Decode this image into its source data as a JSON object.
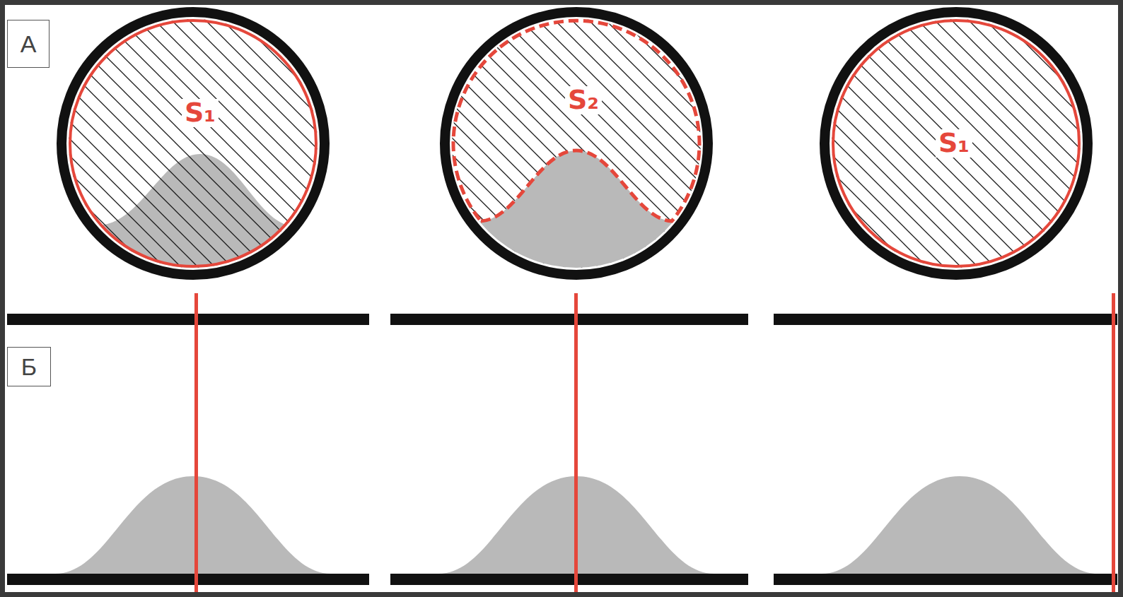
{
  "diagram": {
    "nodes": [
      {
        "text": [
          "А"
        ]
      },
      {
        "text": [
          "S₁"
        ]
      },
      {
        "text": [
          "S₂"
        ]
      },
      {
        "text": [
          "S₁"
        ]
      },
      {
        "text": [
          "Б"
        ]
      }
    ]
  }
}
